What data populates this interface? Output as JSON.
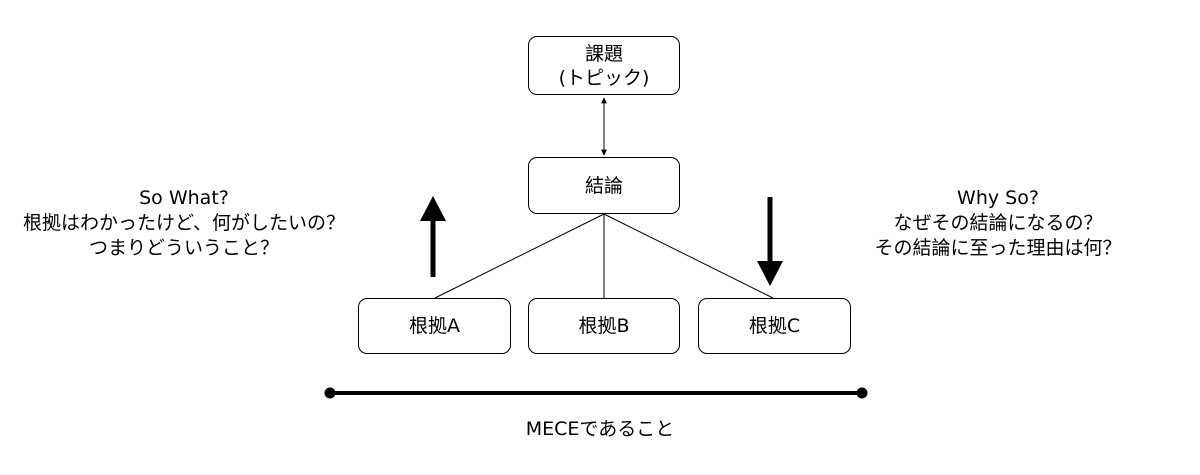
{
  "topic": {
    "line1": "課題",
    "line2": "(トピック)"
  },
  "conclusion": {
    "label": "結論"
  },
  "evidence": [
    {
      "label": "根拠A"
    },
    {
      "label": "根拠B"
    },
    {
      "label": "根拠C"
    }
  ],
  "so_what": {
    "title": "So What?",
    "line1": "根拠はわかったけど、何がしたいの？",
    "line2": "つまりどういうこと？"
  },
  "why_so": {
    "title": "Why So?",
    "line1": "なぜその結論になるの？",
    "line2": "その結論に至った理由は何？"
  },
  "mece": {
    "label": "MECEであること"
  }
}
